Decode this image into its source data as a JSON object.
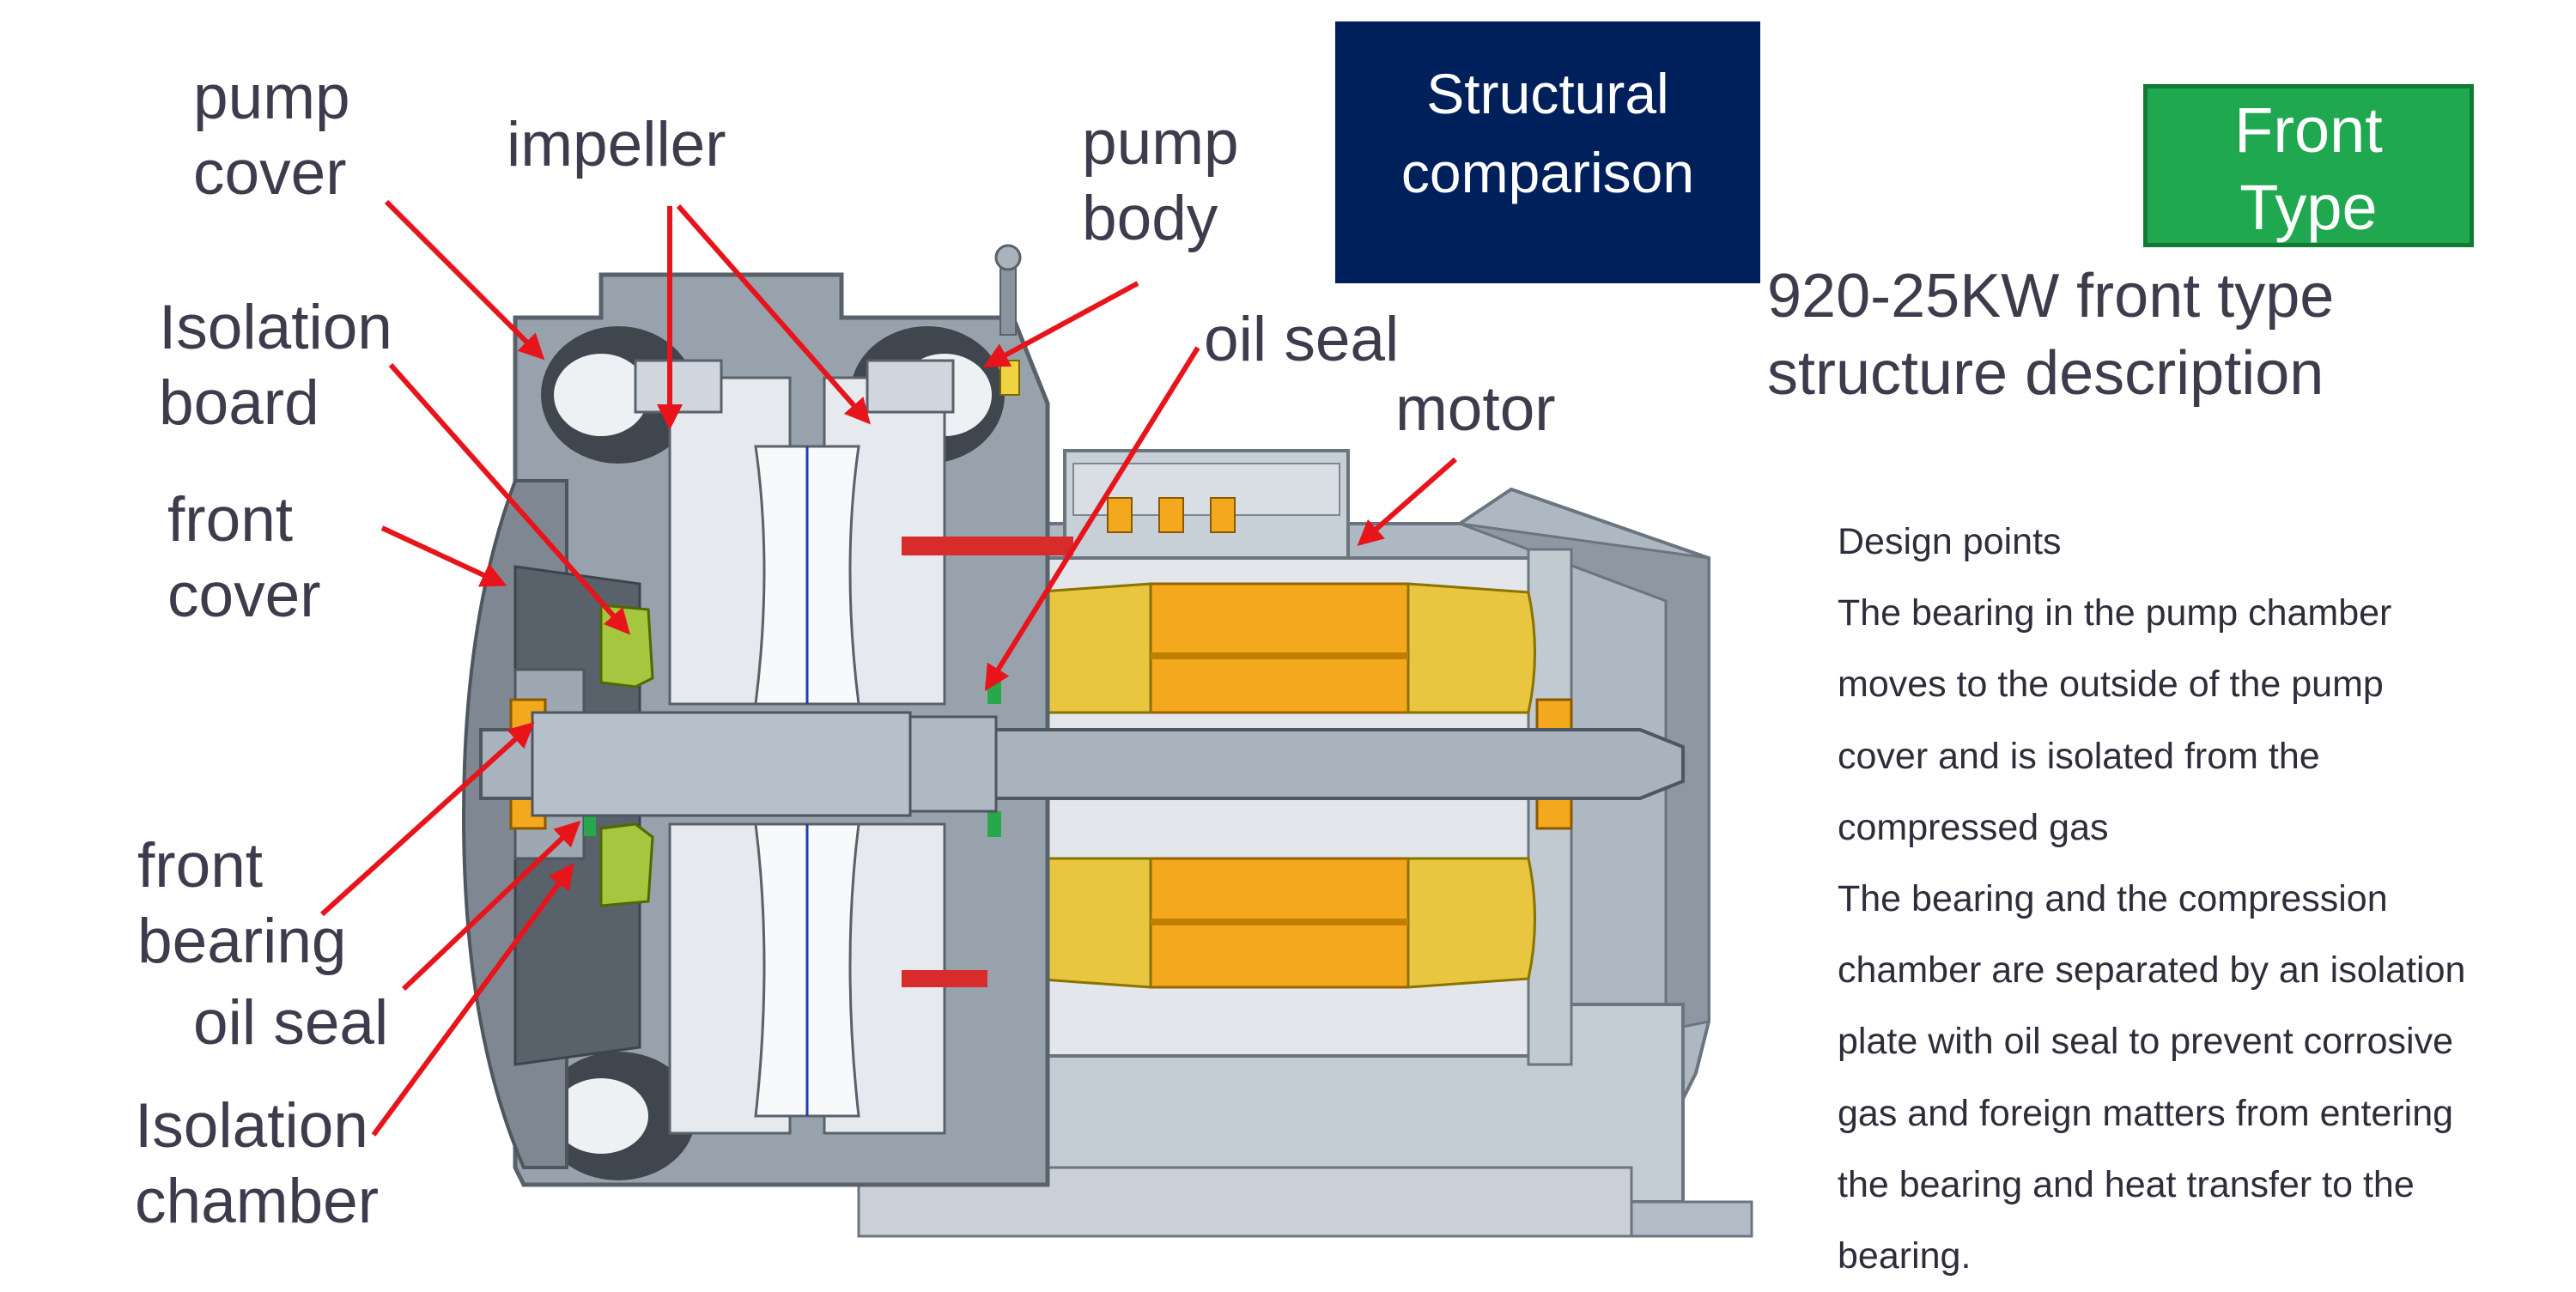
{
  "header": {
    "title_line1": "Structural",
    "title_line2": "comparison"
  },
  "badge": {
    "line1": "Front",
    "line2": "Type"
  },
  "structure_title": {
    "line1": "920-25KW front type",
    "line2": "structure description"
  },
  "labels": {
    "pump_cover": [
      "pump",
      "cover"
    ],
    "impeller": "impeller",
    "pump_body": [
      "pump",
      "body"
    ],
    "isolation_board": [
      "Isolation",
      "board"
    ],
    "oil_seal_top": "oil seal",
    "motor": "motor",
    "front_cover": [
      "front",
      "cover"
    ],
    "front_bearing": [
      "front",
      "bearing"
    ],
    "oil_seal_bottom": "oil seal",
    "isolation_chamber": [
      "Isolation",
      "chamber"
    ]
  },
  "design_points": {
    "heading": "Design points",
    "lines": [
      "The bearing in the pump chamber",
      "moves to the outside of the pump",
      "cover and is isolated from the",
      "compressed gas",
      "The bearing and the compression",
      "chamber are separated by an isolation",
      "plate with oil seal to prevent corrosive",
      "gas and foreign matters from entering",
      "the bearing and heat transfer to the",
      "bearing."
    ]
  },
  "colors": {
    "header_bg": "#00205b",
    "badge_bg": "#1fa84f",
    "arrow": "#e8141b",
    "stator": "#f4a81d",
    "winding": "#e8c640",
    "casing": "#b9c2cb",
    "shaft": "#a7b2bd"
  }
}
